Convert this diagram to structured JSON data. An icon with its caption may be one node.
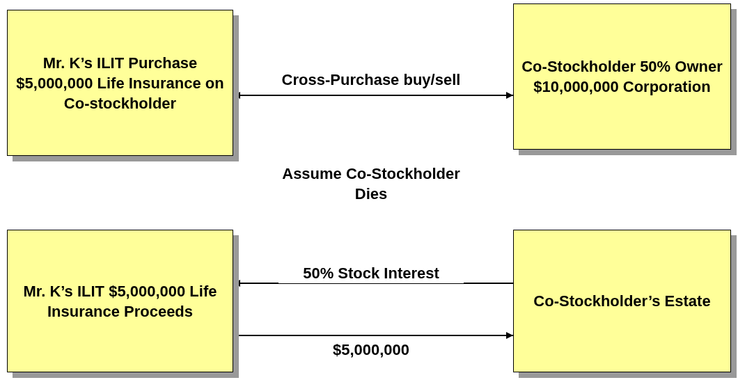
{
  "diagram": {
    "nodes": [
      {
        "text": [
          "Mr. K’s ILIT Purchase $5,000,000 Life Insurance on Co-stockholder"
        ]
      },
      {
        "text": [
          "Co-Stockholder 50% Owner $10,000,000 Corporation"
        ]
      },
      {
        "text": [
          "Mr. K’s ILIT $5,000,000 Life Insurance Proceeds"
        ]
      },
      {
        "text": [
          "Co-Stockholder’s Estate"
        ]
      }
    ],
    "edges": [
      {
        "from": 0,
        "to": 1,
        "arrow": "both",
        "label": "Cross-Purchase buy/sell"
      },
      {
        "from": 3,
        "to": 2,
        "arrow": "to",
        "label": "50% Stock Interest"
      },
      {
        "from": 2,
        "to": 3,
        "arrow": "to",
        "label": "$5,000,000"
      }
    ],
    "labels": [
      "Assume Co-Stockholder Dies"
    ]
  }
}
